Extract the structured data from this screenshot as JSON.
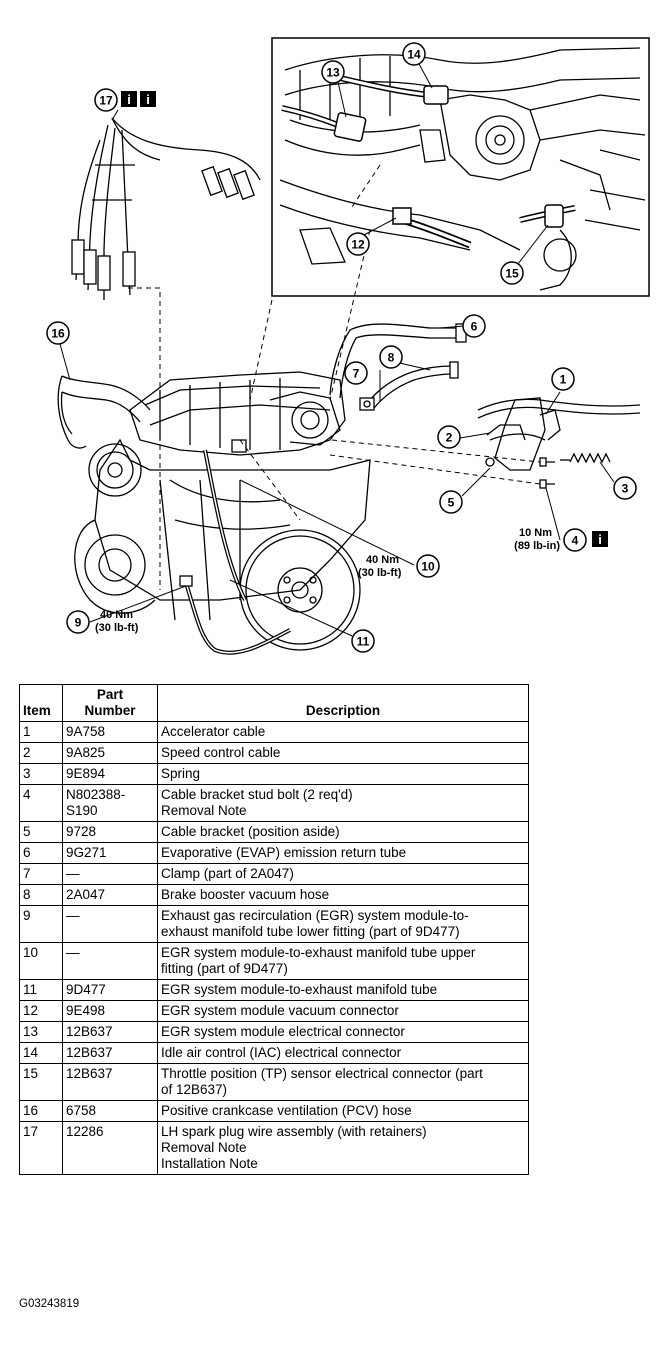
{
  "callouts": {
    "c1": "1",
    "c2": "2",
    "c3": "3",
    "c4": "4",
    "c5": "5",
    "c6": "6",
    "c7": "7",
    "c8": "8",
    "c9": "9",
    "c10": "10",
    "c11": "11",
    "c12": "12",
    "c13": "13",
    "c14": "14",
    "c15": "15",
    "c16": "16",
    "c17": "17"
  },
  "info_icon_glyph": "i",
  "torque": {
    "item4": {
      "nm": "10 Nm",
      "imperial": "(89 lb-in)"
    },
    "item10": {
      "nm": "40 Nm",
      "imperial": "(30 lb-ft)"
    },
    "item9": {
      "nm": "40 Nm",
      "imperial": "(30 lb-ft)"
    }
  },
  "table": {
    "headers": {
      "item": "Item",
      "part_number": [
        "Part",
        "Number"
      ],
      "description": "Description"
    },
    "rows": [
      {
        "item": "1",
        "part": [
          "9A758"
        ],
        "desc": [
          "Accelerator cable"
        ]
      },
      {
        "item": "2",
        "part": [
          "9A825"
        ],
        "desc": [
          "Speed control cable"
        ]
      },
      {
        "item": "3",
        "part": [
          "9E894"
        ],
        "desc": [
          "Spring"
        ]
      },
      {
        "item": "4",
        "part": [
          "N802388-",
          "S190"
        ],
        "desc": [
          "Cable bracket stud bolt (2 req'd)",
          "Removal Note"
        ]
      },
      {
        "item": "5",
        "part": [
          "9728"
        ],
        "desc": [
          "Cable bracket (position aside)"
        ]
      },
      {
        "item": "6",
        "part": [
          "9G271"
        ],
        "desc": [
          "Evaporative (EVAP) emission return tube"
        ]
      },
      {
        "item": "7",
        "part": [
          "—"
        ],
        "desc": [
          "Clamp (part of 2A047)"
        ]
      },
      {
        "item": "8",
        "part": [
          "2A047"
        ],
        "desc": [
          "Brake booster vacuum hose"
        ]
      },
      {
        "item": "9",
        "part": [
          "—"
        ],
        "desc": [
          "Exhaust gas recirculation (EGR) system module-to-",
          "exhaust manifold tube lower fitting (part of 9D477)"
        ]
      },
      {
        "item": "10",
        "part": [
          "—"
        ],
        "desc": [
          "EGR system module-to-exhaust manifold tube upper",
          "fitting (part of 9D477)"
        ]
      },
      {
        "item": "11",
        "part": [
          "9D477"
        ],
        "desc": [
          "EGR system module-to-exhaust manifold tube"
        ]
      },
      {
        "item": "12",
        "part": [
          "9E498"
        ],
        "desc": [
          "EGR system module vacuum connector"
        ]
      },
      {
        "item": "13",
        "part": [
          "12B637"
        ],
        "desc": [
          "EGR system module electrical connector"
        ]
      },
      {
        "item": "14",
        "part": [
          "12B637"
        ],
        "desc": [
          "Idle air control (IAC) electrical connector"
        ]
      },
      {
        "item": "15",
        "part": [
          "12B637"
        ],
        "desc": [
          "Throttle position (TP) sensor electrical connector (part",
          "of 12B637)"
        ]
      },
      {
        "item": "16",
        "part": [
          "6758"
        ],
        "desc": [
          "Positive crankcase ventilation (PCV) hose"
        ]
      },
      {
        "item": "17",
        "part": [
          "12286"
        ],
        "desc": [
          "LH spark plug wire assembly (with retainers)",
          "Removal Note",
          "Installation Note"
        ]
      }
    ]
  },
  "figure_code": "G03243819"
}
